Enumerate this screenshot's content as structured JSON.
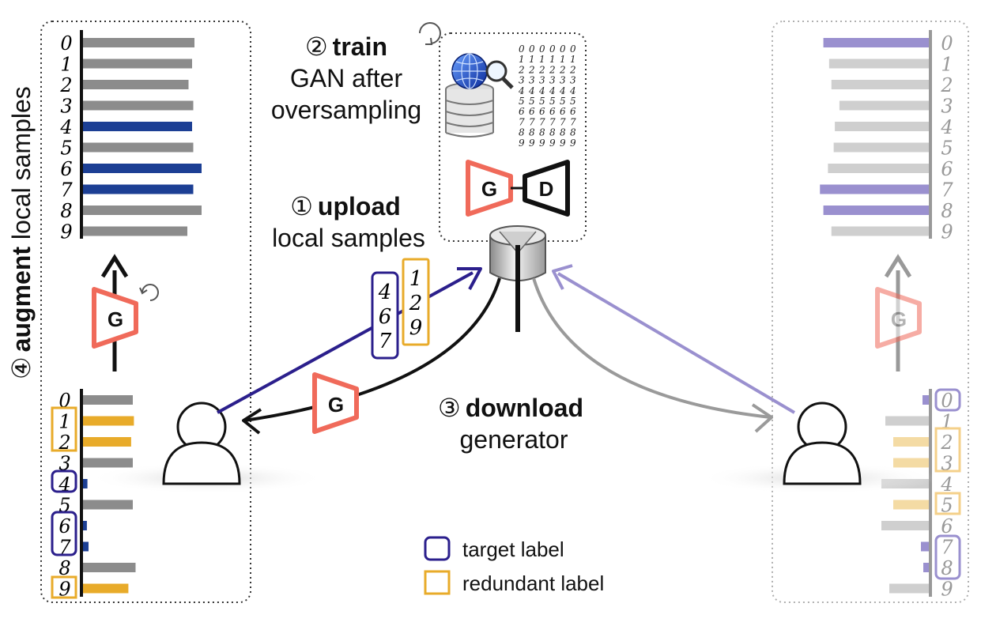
{
  "steps": {
    "train": {
      "num": "②",
      "strong": "train",
      "line2": "GAN after",
      "line3": "oversampling"
    },
    "upload": {
      "num": "①",
      "strong": "upload",
      "line2": "local samples"
    },
    "download": {
      "num": "③",
      "strong": "download",
      "line2": "generator"
    },
    "augment": {
      "num": "④",
      "strong": "augment",
      "rest": " local samples"
    }
  },
  "labels": {
    "generator": "G",
    "discriminator": "D"
  },
  "digits": [
    "0",
    "1",
    "2",
    "3",
    "4",
    "5",
    "6",
    "7",
    "8",
    "9"
  ],
  "legend": {
    "target": "target label",
    "redundant": "redundant label"
  },
  "colors": {
    "target": "#2b1f8c",
    "redundant": "#e8ab2a",
    "bar_target": "#1c3f94",
    "bar_gray": "#8c8c8c",
    "generator_stroke": "#f06a5a",
    "light_purple": "#9a90cf"
  },
  "upload_samples": {
    "target": [
      "4",
      "6",
      "7"
    ],
    "redundant": [
      "1",
      "2",
      "9"
    ]
  },
  "charts": {
    "left_top": {
      "values": [
        0.94,
        0.92,
        0.89,
        0.93,
        0.92,
        0.93,
        1.0,
        0.93,
        1.0,
        0.88
      ],
      "highlight": [
        4,
        6,
        7
      ]
    },
    "left_bottom": {
      "values": [
        0.9,
        0.92,
        0.87,
        0.9,
        0.08,
        0.9,
        0.07,
        0.1,
        0.95,
        0.82
      ],
      "kind": [
        "g",
        "y",
        "y",
        "g",
        "b",
        "g",
        "b",
        "b",
        "g",
        "y"
      ]
    },
    "right_top": {
      "values": [
        0.92,
        0.87,
        0.85,
        0.78,
        0.82,
        0.83,
        0.88,
        0.95,
        0.92,
        0.85
      ],
      "highlight": [
        0,
        7,
        8
      ]
    },
    "right_bottom": {
      "values": [
        0.08,
        0.55,
        0.45,
        0.45,
        0.6,
        0.45,
        0.6,
        0.1,
        0.07,
        0.5
      ],
      "kind": [
        "b",
        "g",
        "y",
        "y",
        "g",
        "y",
        "g",
        "b",
        "b",
        "g"
      ]
    }
  }
}
